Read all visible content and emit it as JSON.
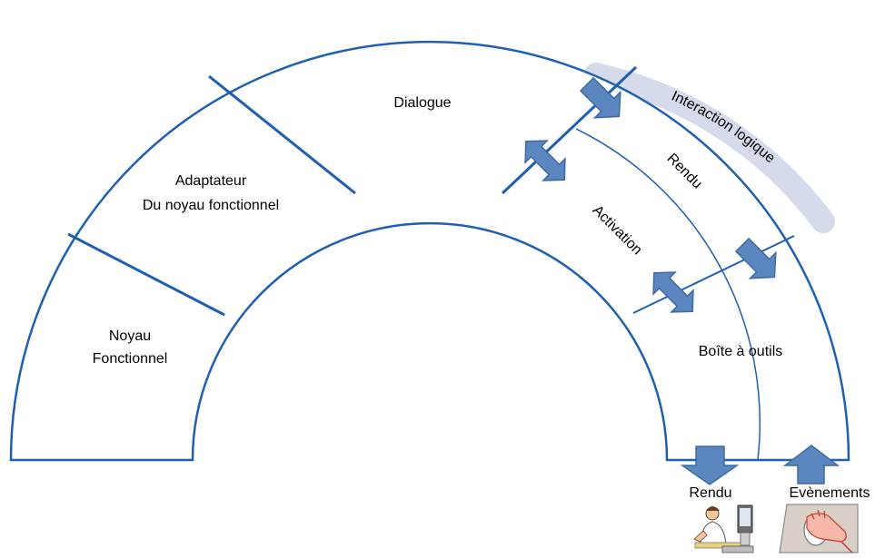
{
  "diagram": {
    "segments": {
      "noyau_line1": "Noyau",
      "noyau_line2": "Fonctionnel",
      "adaptateur_line1": "Adaptateur",
      "adaptateur_line2": "Du noyau fonctionnel",
      "dialogue": "Dialogue",
      "rendu_inner": "Rendu",
      "activation": "Activation",
      "boite": "Boîte à outils",
      "interaction_logique": "Interaction logique"
    },
    "io": {
      "rendu": "Rendu",
      "evenements": "Evènements"
    },
    "images": {
      "rendu_image": "person-at-computer-icon",
      "evenements_image": "hand-on-mouse-icon"
    },
    "colors": {
      "outline": "#1f5fb0",
      "arrow_fill": "#5b86c0",
      "arrow_stroke": "#3d6aa4",
      "band": "#d5dbeb"
    }
  }
}
